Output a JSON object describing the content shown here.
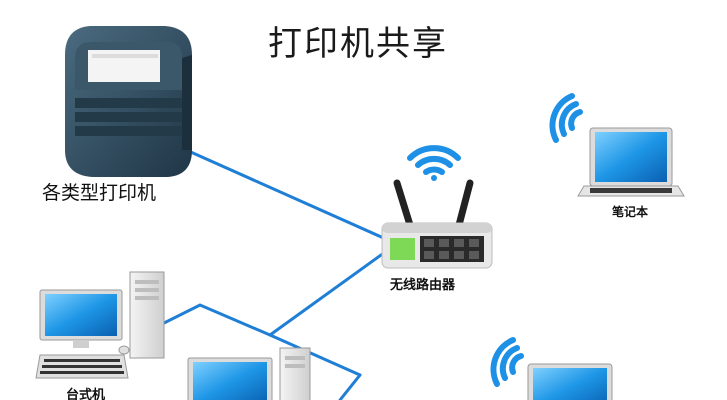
{
  "title": "打印机共享",
  "labels": {
    "printer": "各类型打印机",
    "router": "无线路由器",
    "laptop": "笔记本",
    "desktop": "台式机"
  },
  "colors": {
    "link": "#1f7fd6",
    "wifi": "#1e90e6",
    "printer_body": "#2f4a5c",
    "screen": "#1e96e6",
    "router_body": "#e8e8e8",
    "port_light": "#7ed957"
  },
  "icons": [
    "printer-icon",
    "router-icon",
    "laptop-icon",
    "desktop-icon",
    "wifi-icon"
  ]
}
